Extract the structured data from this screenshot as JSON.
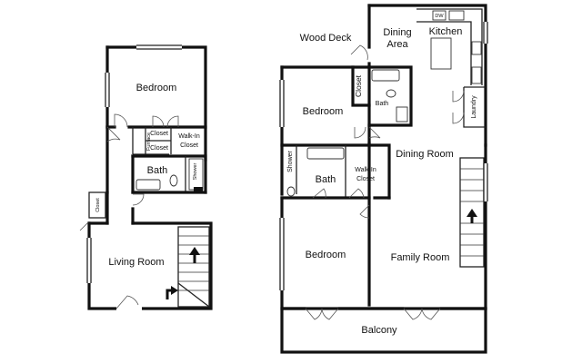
{
  "left_unit": {
    "bedroom": "Bedroom",
    "closet_1": "Closet",
    "closet_2": "Closet",
    "furnace": "Furnace",
    "walk_in_closet_1": "Walk-In",
    "walk_in_closet_2": "Closet",
    "bath": "Bath",
    "shower": "Shower",
    "closet_side": "Closet",
    "living_room": "Living Room"
  },
  "right_unit": {
    "wood_deck": "Wood Deck",
    "dining_area_1": "Dining",
    "dining_area_2": "Area",
    "kitchen": "Kitchen",
    "dw": "DW",
    "closet": "Closet",
    "bath_small": "Bath",
    "laundry": "Laundry",
    "bedroom_top": "Bedroom",
    "dining_room": "Dining Room",
    "shower": "Shower",
    "bath": "Bath",
    "walk_in_closet_1": "Walk-In",
    "walk_in_closet_2": "Closet",
    "bedroom_bottom": "Bedroom",
    "family_room": "Family Room",
    "balcony": "Balcony"
  },
  "icons": [
    "stair-up-arrow-icon",
    "door-swing-icon",
    "toilet-icon",
    "sink-icon",
    "bathtub-icon"
  ]
}
